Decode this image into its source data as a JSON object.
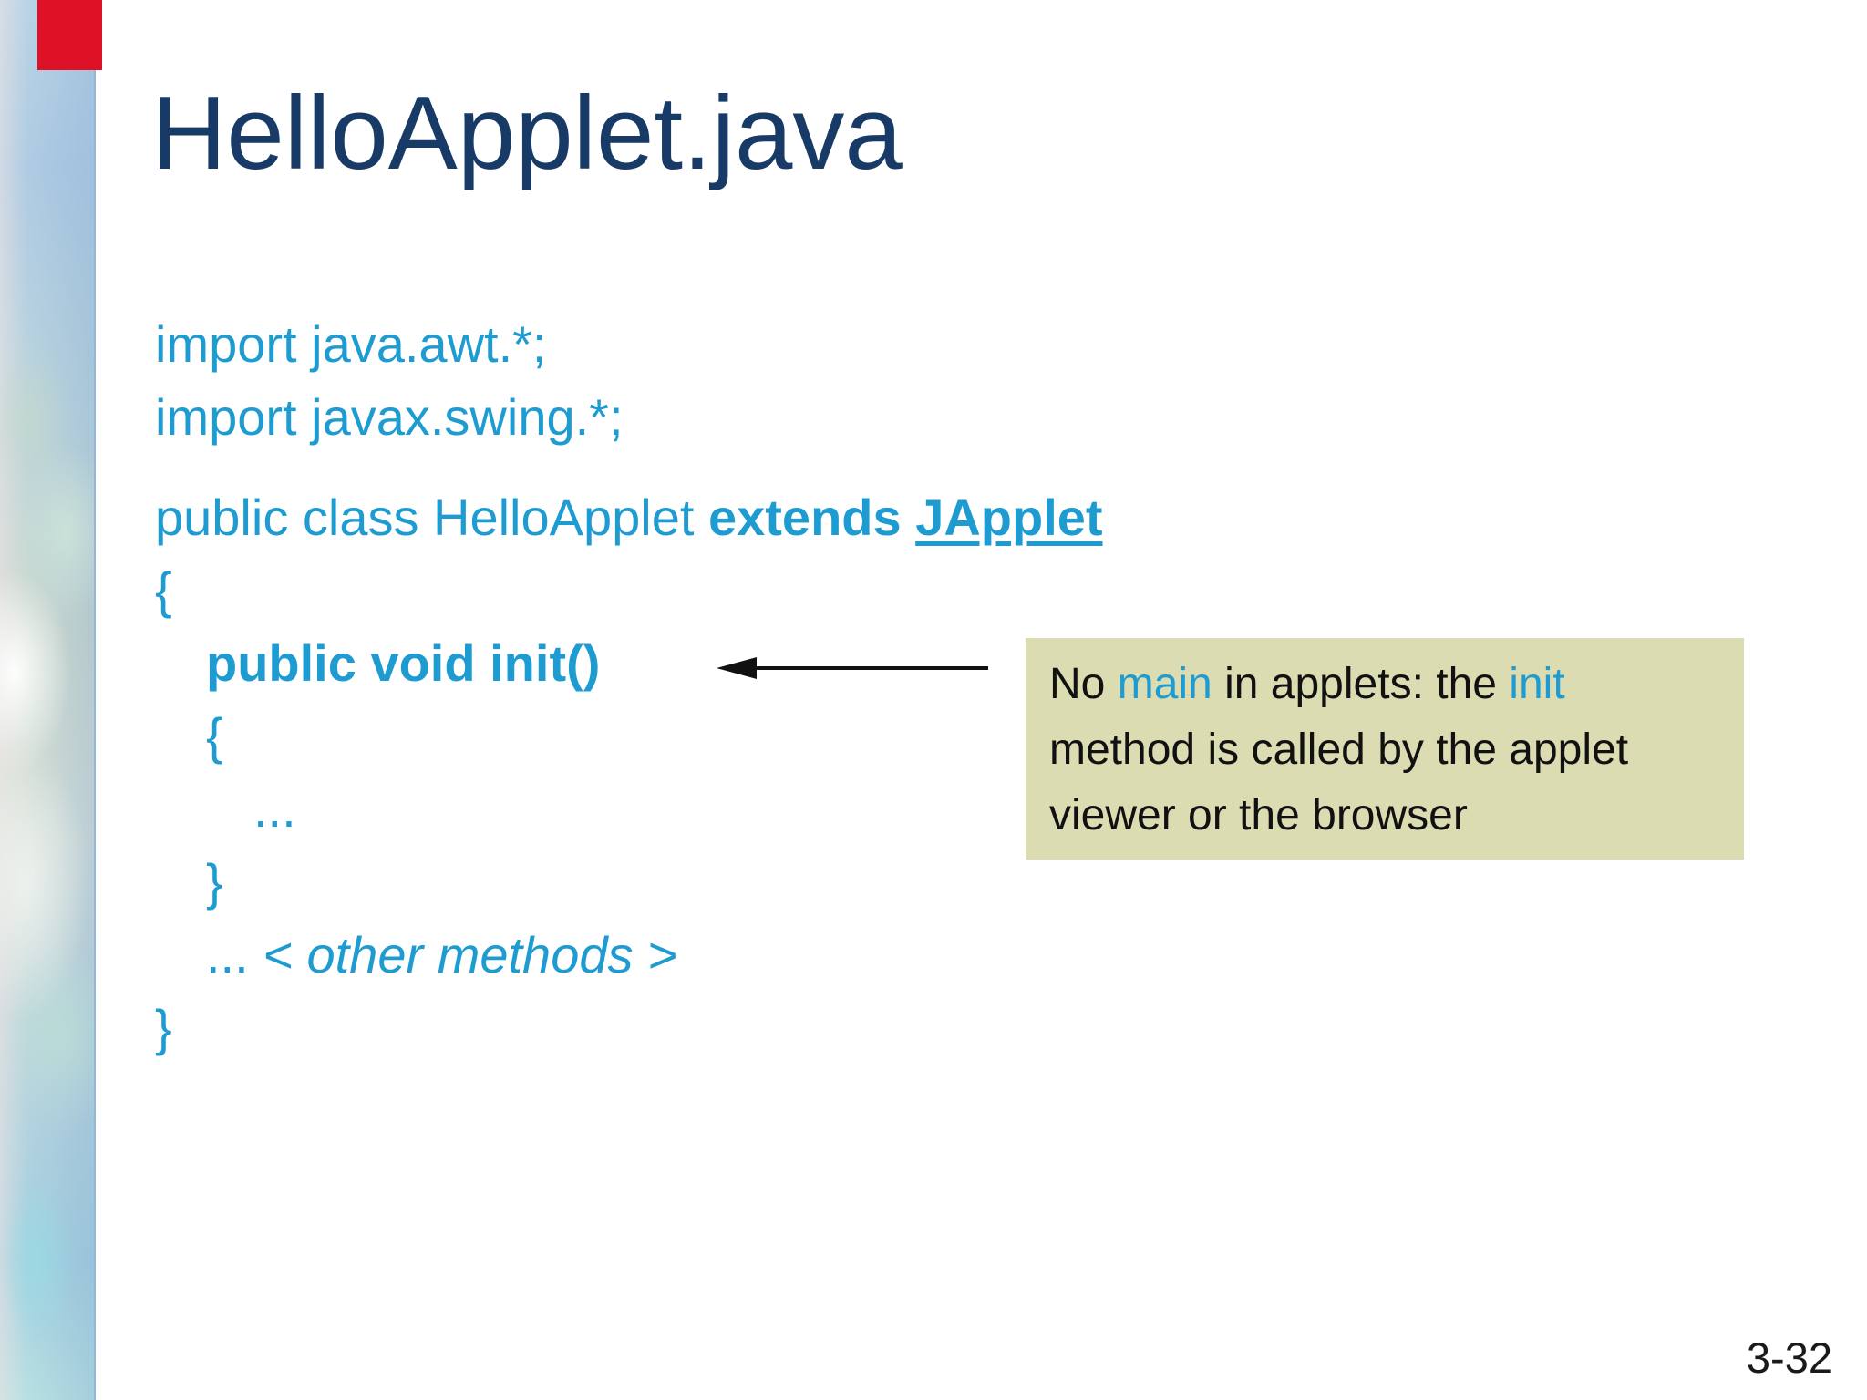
{
  "slide": {
    "title": "HelloApplet.java",
    "page_number": "3-32"
  },
  "colors": {
    "title_text": "#183A66",
    "code_text": "#1E9CD2",
    "callout_background": "#DBDCB2",
    "callout_text": "#111111",
    "marker_red": "#DE1126",
    "arrow": "#111111"
  },
  "code": {
    "lines": [
      {
        "indent": 0,
        "segments": [
          {
            "t": "import java.awt.*;"
          }
        ]
      },
      {
        "indent": 0,
        "segments": [
          {
            "t": "import javax.swing.*;"
          }
        ]
      },
      {
        "indent": 0,
        "gap": true,
        "segments": [
          {
            "t": "public class HelloApplet "
          },
          {
            "t": "extends ",
            "s": "bold"
          },
          {
            "t": "JApplet",
            "s": "bold underline"
          }
        ]
      },
      {
        "indent": 0,
        "segments": [
          {
            "t": "{"
          }
        ]
      },
      {
        "indent": 1,
        "segments": [
          {
            "t": "public void init()",
            "s": "bold"
          }
        ]
      },
      {
        "indent": 1,
        "segments": [
          {
            "t": "{"
          }
        ]
      },
      {
        "indent": 2,
        "segments": [
          {
            "t": "..."
          }
        ]
      },
      {
        "indent": 1,
        "segments": [
          {
            "t": "}"
          }
        ]
      },
      {
        "indent": 1,
        "segments": [
          {
            "t": "... "
          },
          {
            "t": "< other methods >",
            "s": "italic"
          }
        ]
      },
      {
        "indent": 0,
        "segments": [
          {
            "t": "}"
          }
        ]
      }
    ]
  },
  "callout": {
    "lines": [
      {
        "segments": [
          {
            "t": "No "
          },
          {
            "t": "main",
            "s": "accent"
          },
          {
            "t": " in applets: the "
          },
          {
            "t": "init",
            "s": "accent"
          }
        ]
      },
      {
        "segments": [
          {
            "t": "method is called by the applet"
          }
        ]
      },
      {
        "segments": [
          {
            "t": "viewer or the browser"
          }
        ]
      }
    ]
  }
}
